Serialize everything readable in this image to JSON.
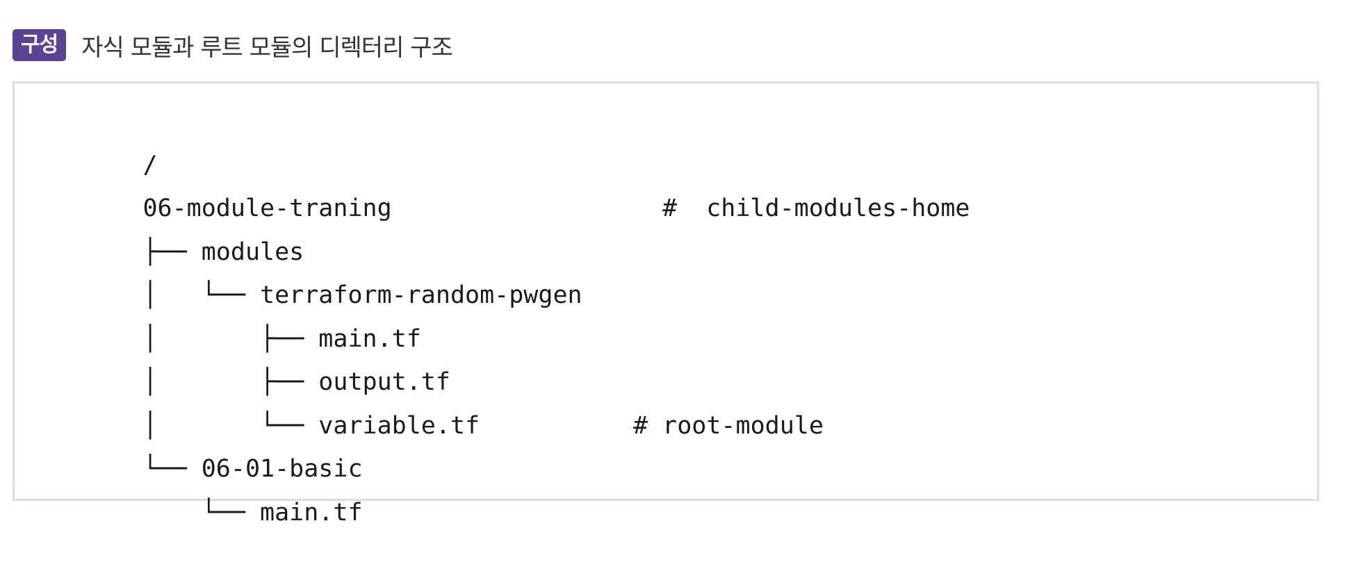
{
  "caption": {
    "badge": "구성",
    "title": "자식 모듈과 루트 모듈의 디렉터리 구조"
  },
  "tree": {
    "lines": [
      {
        "text": "/"
      },
      {
        "text": "06-module-traning"
      },
      {
        "text": "├── modules",
        "comment": "#  child-modules-home"
      },
      {
        "text": "│   └── terraform-random-pwgen"
      },
      {
        "text": "│       ├── main.tf"
      },
      {
        "text": "│       ├── output.tf"
      },
      {
        "text": "│       └── variable.tf"
      },
      {
        "text": "└── 06-01-basic",
        "comment": "# root-module"
      },
      {
        "text": "    └── main.tf"
      }
    ]
  }
}
